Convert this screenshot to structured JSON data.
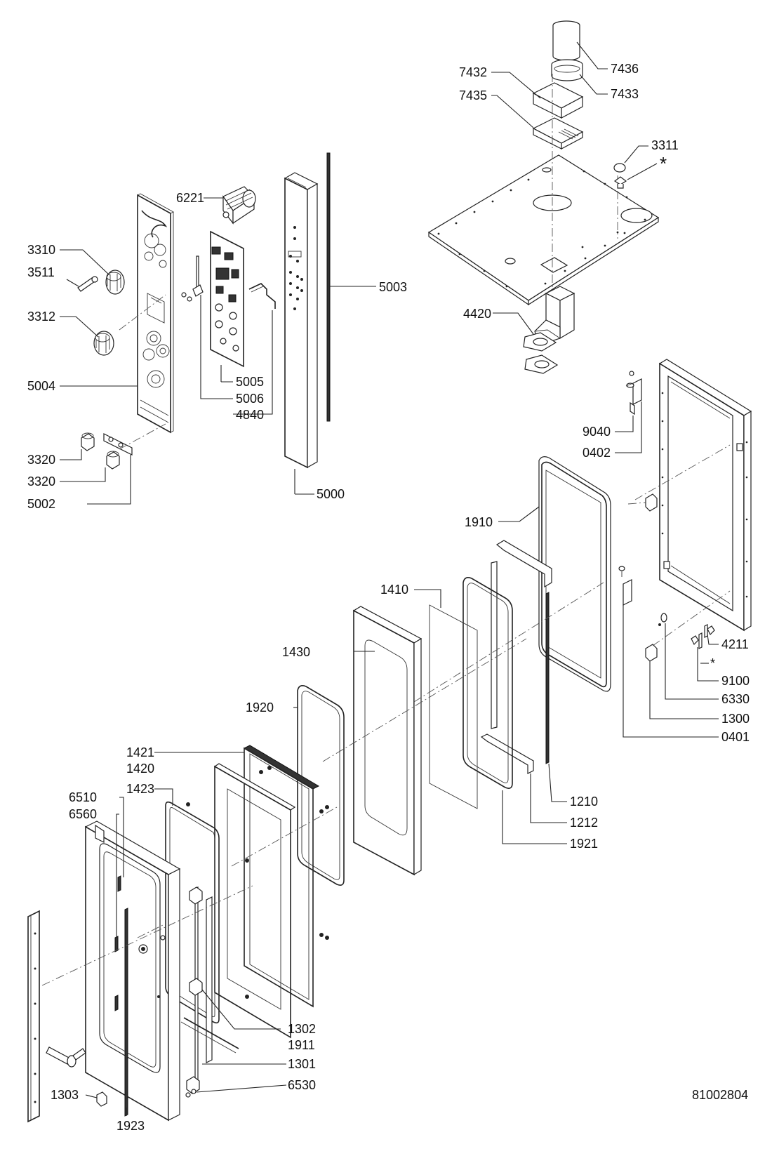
{
  "labels": {
    "p6221": "6221",
    "p3310": "3310",
    "p3511": "3511",
    "p3312": "3312",
    "p5004": "5004",
    "p5005": "5005",
    "p5006": "5006",
    "p4840": "4840",
    "p3320a": "3320",
    "p3320b": "3320",
    "p5002": "5002",
    "p5000": "5000",
    "p5003": "5003",
    "p7432": "7432",
    "p7435": "7435",
    "p7436": "7436",
    "p7433": "7433",
    "p3311": "3311",
    "star1": "*",
    "p4420": "4420",
    "p9040": "9040",
    "p0402": "0402",
    "p1910": "1910",
    "p1410": "1410",
    "p1430": "1430",
    "p4211": "4211",
    "star2": "*",
    "p9100": "9100",
    "p6330": "6330",
    "p1300": "1300",
    "p0401": "0401",
    "p1920": "1920",
    "p1421": "1421",
    "p1420": "1420",
    "p1423": "1423",
    "p6510": "6510",
    "p6560": "6560",
    "p1210": "1210",
    "p1212": "1212",
    "p1921": "1921",
    "p1302": "1302",
    "p1911": "1911",
    "p1301": "1301",
    "p6530": "6530",
    "p1303": "1303",
    "p1923": "1923"
  },
  "drawing_number": "81002804"
}
